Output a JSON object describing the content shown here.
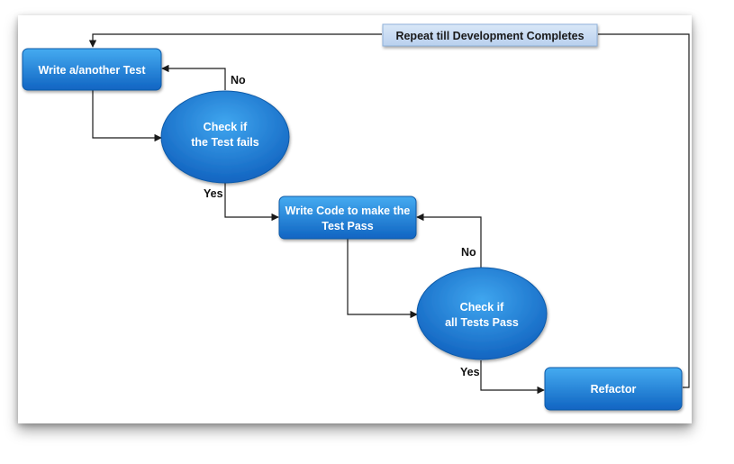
{
  "diagram": {
    "nodes": {
      "write_test": {
        "label": "Write a/another Test"
      },
      "check_test_fails": {
        "line1": "Check if",
        "line2": "the Test fails"
      },
      "write_code": {
        "line1": "Write Code to make the",
        "line2": "Test Pass"
      },
      "check_all_pass": {
        "line1": "Check if",
        "line2": "all Tests Pass"
      },
      "refactor": {
        "label": "Refactor"
      }
    },
    "banner": {
      "label": "Repeat till Development Completes"
    },
    "edges": {
      "no_1": "No",
      "yes_1": "Yes",
      "no_2": "No",
      "yes_2": "Yes"
    },
    "colors": {
      "node_top": "#3ea3ec",
      "node_bottom": "#1167c4",
      "banner_fill": "#c8dcf2",
      "banner_border": "#8fb2db",
      "line": "#1a1a1a"
    }
  }
}
